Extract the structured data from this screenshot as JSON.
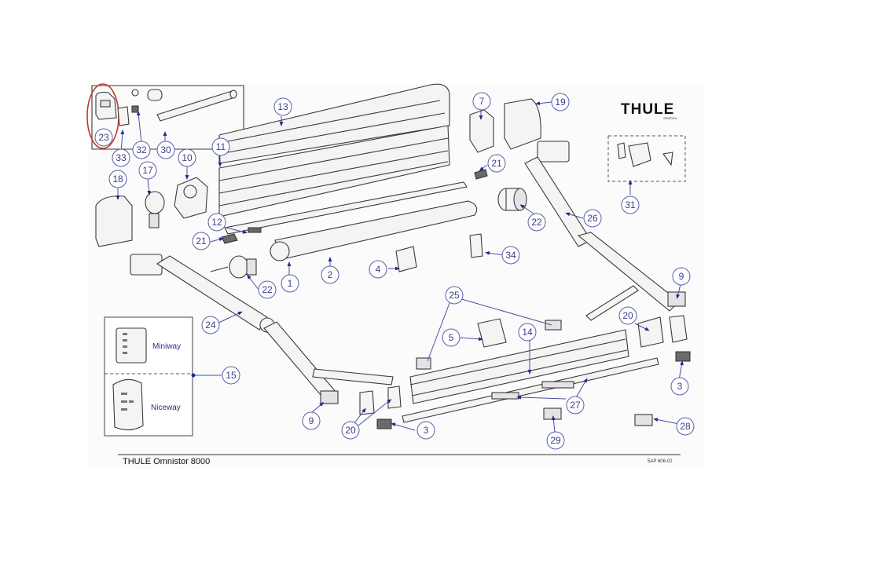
{
  "brand": "THULE",
  "brand_sub": "SWEDEN",
  "footer": {
    "title": "THULE Omnistor 8000",
    "code": "5AP 606-02"
  },
  "remote_labels": {
    "miniway": "Miniway",
    "niceway": "Niceway"
  },
  "highlight_color": "#c0392b",
  "callout_color": "#3a3f8a",
  "callouts": {
    "c1": "1",
    "c2": "2",
    "c3a": "3",
    "c3b": "3",
    "c4": "4",
    "c5": "5",
    "c7": "7",
    "c9a": "9",
    "c9b": "9",
    "c10": "10",
    "c11": "11",
    "c12": "12",
    "c13": "13",
    "c14": "14",
    "c15": "15",
    "c17": "17",
    "c18": "18",
    "c19": "19",
    "c20a": "20",
    "c20b": "20",
    "c21a": "21",
    "c21b": "21",
    "c22a": "22",
    "c22b": "22",
    "c23": "23",
    "c24": "24",
    "c25": "25",
    "c26": "26",
    "c27": "27",
    "c28": "28",
    "c29": "29",
    "c30": "30",
    "c31": "31",
    "c32": "32",
    "c33": "33",
    "c34": "34"
  }
}
